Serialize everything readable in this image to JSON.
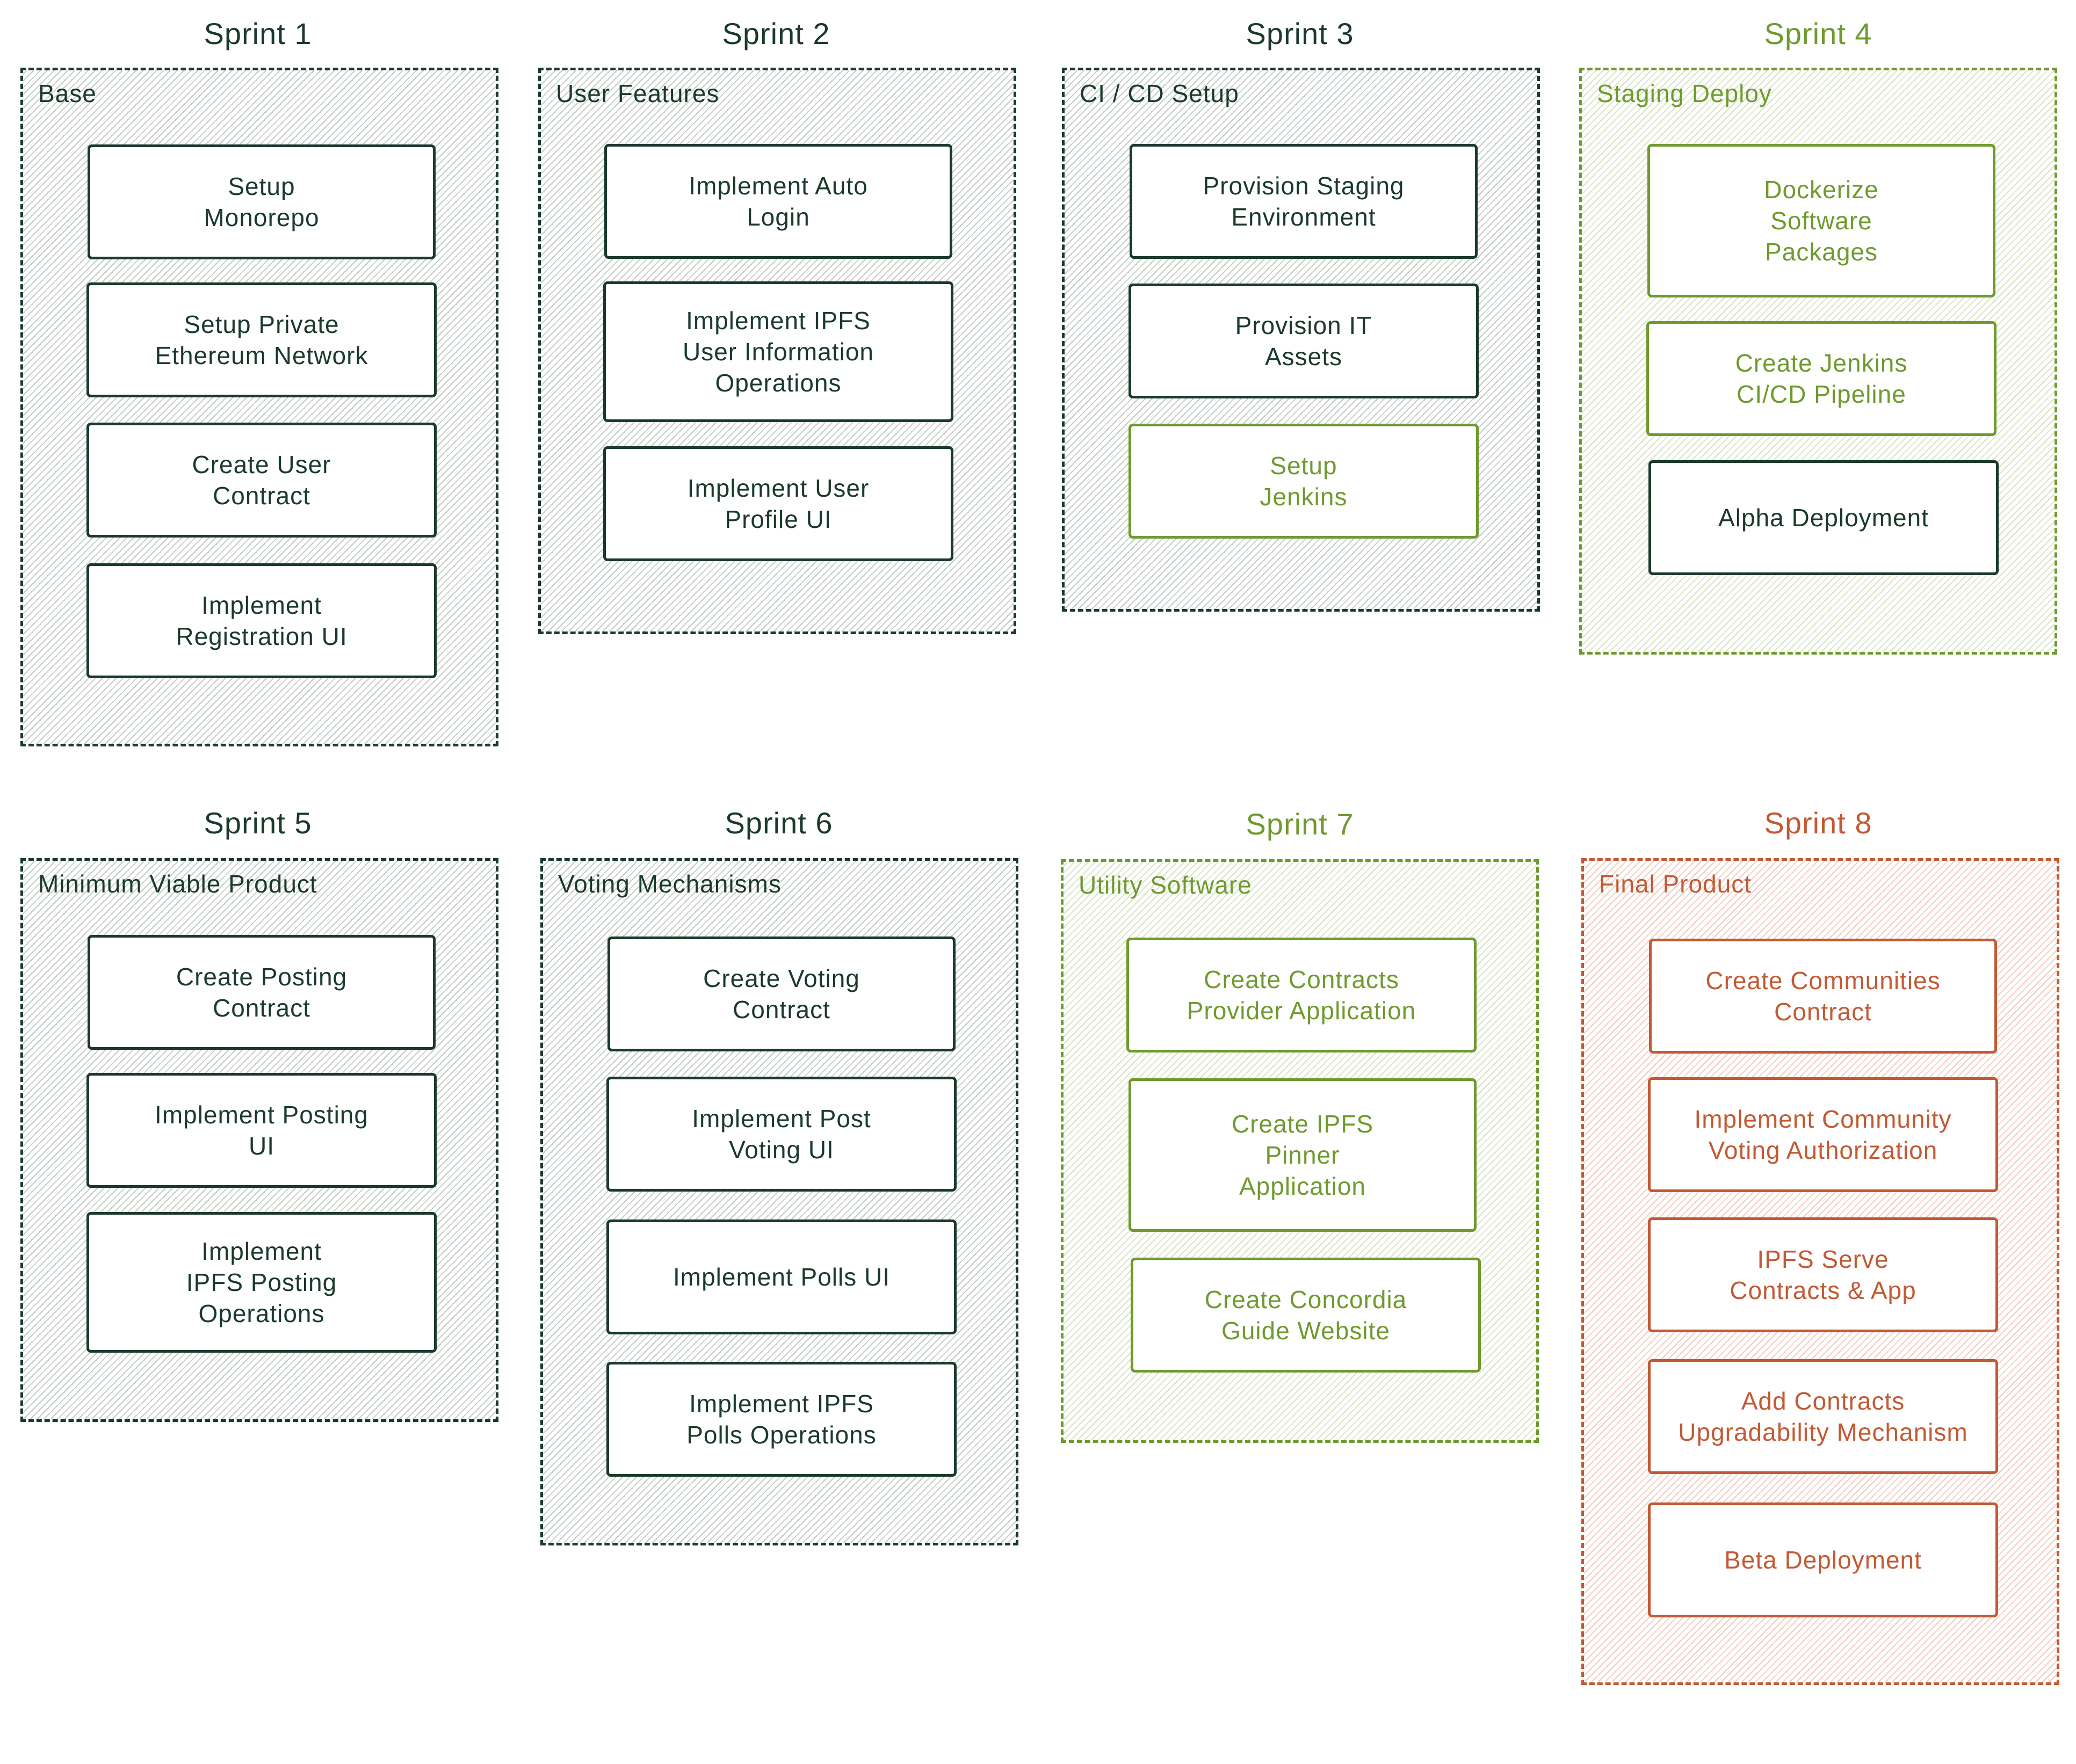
{
  "sprints": [
    {
      "title": "Sprint 1",
      "group": "Base",
      "tasks": [
        "Setup\nMonorepo",
        "Setup Private\nEthereum Network",
        "Create User\nContract",
        "Implement\nRegistration UI"
      ]
    },
    {
      "title": "Sprint 2",
      "group": "User Features",
      "tasks": [
        "Implement Auto\nLogin",
        "Implement IPFS\nUser Information\nOperations",
        "Implement User\nProfile UI"
      ]
    },
    {
      "title": "Sprint 3",
      "group": "CI / CD Setup",
      "tasks": [
        "Provision Staging\nEnvironment",
        "Provision IT\nAssets",
        "Setup\nJenkins"
      ]
    },
    {
      "title": "Sprint 4",
      "group": "Staging Deploy",
      "tasks": [
        "Dockerize\nSoftware\nPackages",
        "Create Jenkins\nCI/CD Pipeline",
        "Alpha Deployment"
      ]
    },
    {
      "title": "Sprint 5",
      "group": "Minimum Viable Product",
      "tasks": [
        "Create Posting\nContract",
        "Implement Posting\nUI",
        "Implement\nIPFS Posting\nOperations"
      ]
    },
    {
      "title": "Sprint 6",
      "group": "Voting Mechanisms",
      "tasks": [
        "Create Voting\nContract",
        "Implement Post\nVoting UI",
        "Implement Polls UI",
        "Implement IPFS\nPolls Operations"
      ]
    },
    {
      "title": "Sprint 7",
      "group": "Utility Software",
      "tasks": [
        "Create Contracts\nProvider Application",
        "Create IPFS\nPinner\nApplication",
        "Create Concordia\nGuide Website"
      ]
    },
    {
      "title": "Sprint 8",
      "group": "Final Product",
      "tasks": [
        "Create Communities\nContract",
        "Implement Community\nVoting Authorization",
        "IPFS Serve\nContracts & App",
        "Add Contracts\nUpgradability Mechanism",
        "Beta Deployment"
      ]
    }
  ],
  "status_colors": {
    "planned": "#1a3a2a",
    "in_progress": "#6f9a2e",
    "final": "#c25a34"
  }
}
